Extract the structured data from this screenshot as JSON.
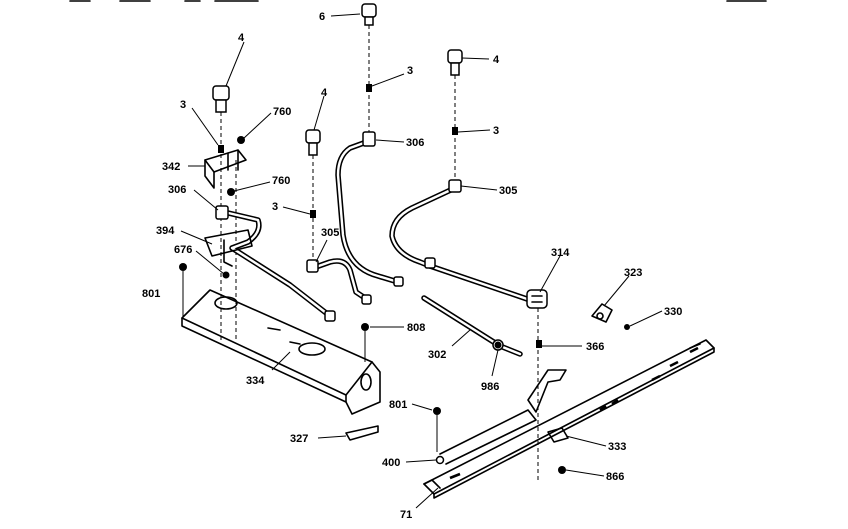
{
  "callouts": [
    {
      "id": "c1",
      "text": "6"
    },
    {
      "id": "c2",
      "text": "3"
    },
    {
      "id": "c3",
      "text": "4"
    },
    {
      "id": "c4",
      "text": "3"
    },
    {
      "id": "c5",
      "text": "306"
    },
    {
      "id": "c6",
      "text": "4"
    },
    {
      "id": "c7",
      "text": "305"
    },
    {
      "id": "c8",
      "text": "4"
    },
    {
      "id": "c9",
      "text": "3"
    },
    {
      "id": "c10",
      "text": "760"
    },
    {
      "id": "c11",
      "text": "342"
    },
    {
      "id": "c12",
      "text": "760"
    },
    {
      "id": "c13",
      "text": "306"
    },
    {
      "id": "c14",
      "text": "4"
    },
    {
      "id": "c15",
      "text": "3"
    },
    {
      "id": "c16",
      "text": "394"
    },
    {
      "id": "c17",
      "text": "305"
    },
    {
      "id": "c18",
      "text": "676"
    },
    {
      "id": "c19",
      "text": "801"
    },
    {
      "id": "c20",
      "text": "314"
    },
    {
      "id": "c21",
      "text": "323"
    },
    {
      "id": "c22",
      "text": "330"
    },
    {
      "id": "c23",
      "text": "808"
    },
    {
      "id": "c24",
      "text": "302"
    },
    {
      "id": "c25",
      "text": "366"
    },
    {
      "id": "c26",
      "text": "334"
    },
    {
      "id": "c27",
      "text": "986"
    },
    {
      "id": "c28",
      "text": "801"
    },
    {
      "id": "c29",
      "text": "327"
    },
    {
      "id": "c30",
      "text": "333"
    },
    {
      "id": "c31",
      "text": "400"
    },
    {
      "id": "c32",
      "text": "866"
    },
    {
      "id": "c33",
      "text": "71"
    }
  ]
}
